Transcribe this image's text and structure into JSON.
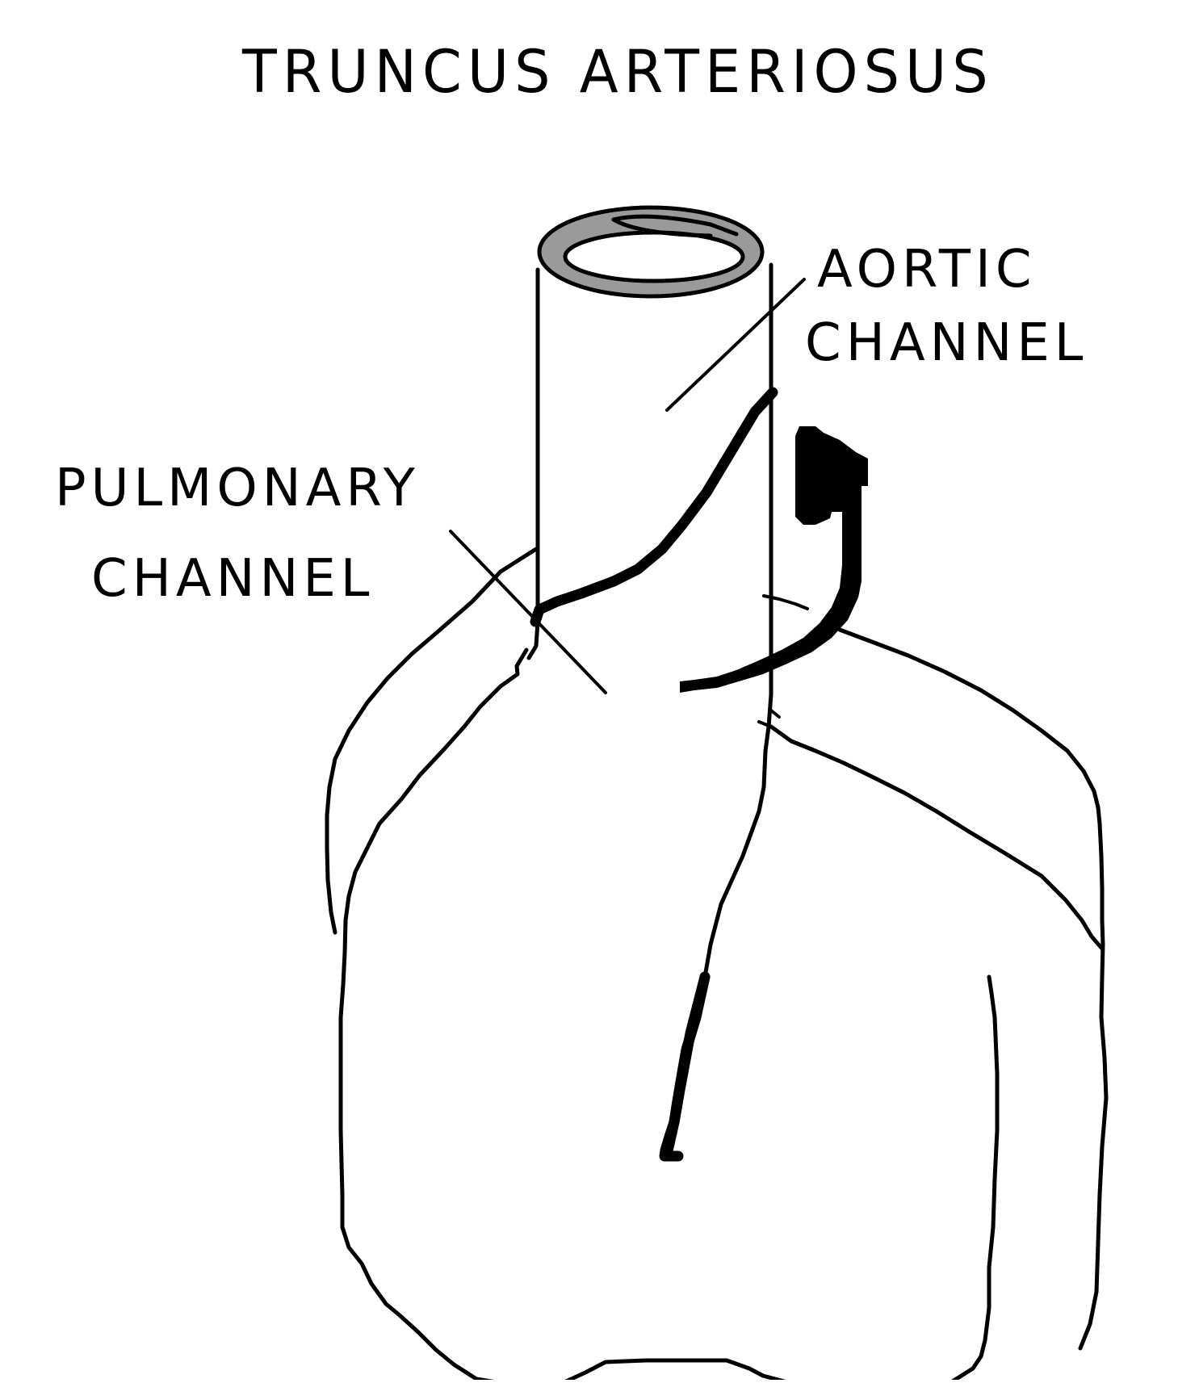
{
  "diagram": {
    "title": "TRUNCUS ARTERIOSUS",
    "labels": {
      "aortic_channel": {
        "line1": "AORTIC",
        "line2": "CHANNEL"
      },
      "pulmonary_channel": {
        "line1": "PULMONARY",
        "line2": "CHANNEL"
      }
    },
    "colors": {
      "background": "#ffffff",
      "line": "#000000",
      "ring_fill": "#9a9a9a"
    }
  }
}
